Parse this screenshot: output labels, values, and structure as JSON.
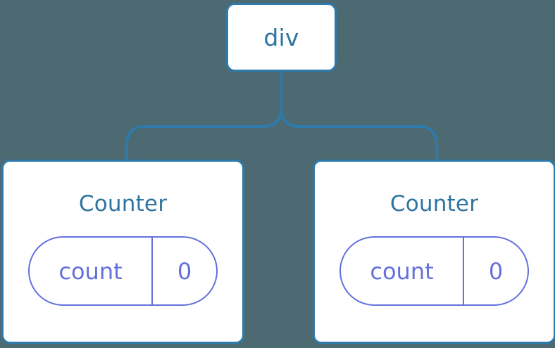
{
  "diagram": {
    "type": "component-tree",
    "background_color": "#4d6a73",
    "node_border_color": "#2d7aab",
    "node_fill_color": "#ffffff",
    "connector_color": "#2d7aab",
    "title_color": "#2e74a0",
    "state_color": "#6470dc"
  },
  "root": {
    "label": "div"
  },
  "children": [
    {
      "title": "Counter",
      "state": {
        "key": "count",
        "value": "0"
      }
    },
    {
      "title": "Counter",
      "state": {
        "key": "count",
        "value": "0"
      }
    }
  ]
}
